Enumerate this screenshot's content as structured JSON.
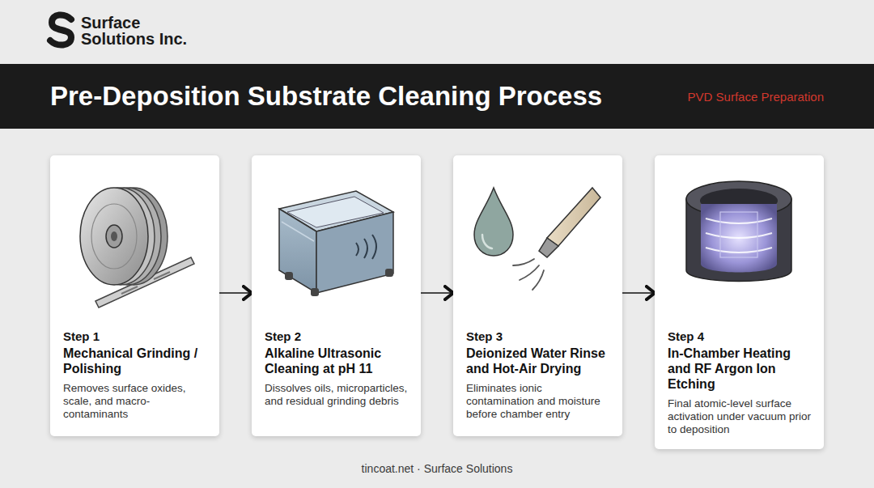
{
  "diagram": {
    "title": "Pre-Deposition Substrate Cleaning Process",
    "caption": "tincoat.net · Surface Solutions",
    "nodes": [
      {
        "text": [
          "Step 1",
          "Mechanical Grinding / Polishing",
          "Removes surface oxides, scale, and macro-contaminants"
        ]
      },
      {
        "text": [
          "Step 2",
          "Alkaline Ultrasonic Cleaning at pH 11",
          "Dissolves oils, microparticles, and residual grinding debris"
        ]
      },
      {
        "text": [
          "Step 3",
          "Deionized Water Rinse and Hot-Air Drying",
          "Eliminates ionic contamination and moisture before chamber entry"
        ]
      },
      {
        "text": [
          "Step 4",
          "In-Chamber Heating and RF Argon Ion Etching",
          "Final atomic-level surface activation under vacuum prior to deposition"
        ]
      }
    ],
    "edges": [
      {
        "from": 0,
        "to": 1,
        "arrow": "to"
      },
      {
        "from": 1,
        "to": 2,
        "arrow": "to"
      },
      {
        "from": 2,
        "to": 3,
        "arrow": "to"
      }
    ],
    "labels": [
      "Surface Solutions Inc.",
      "PVD Surface Preparation"
    ]
  }
}
